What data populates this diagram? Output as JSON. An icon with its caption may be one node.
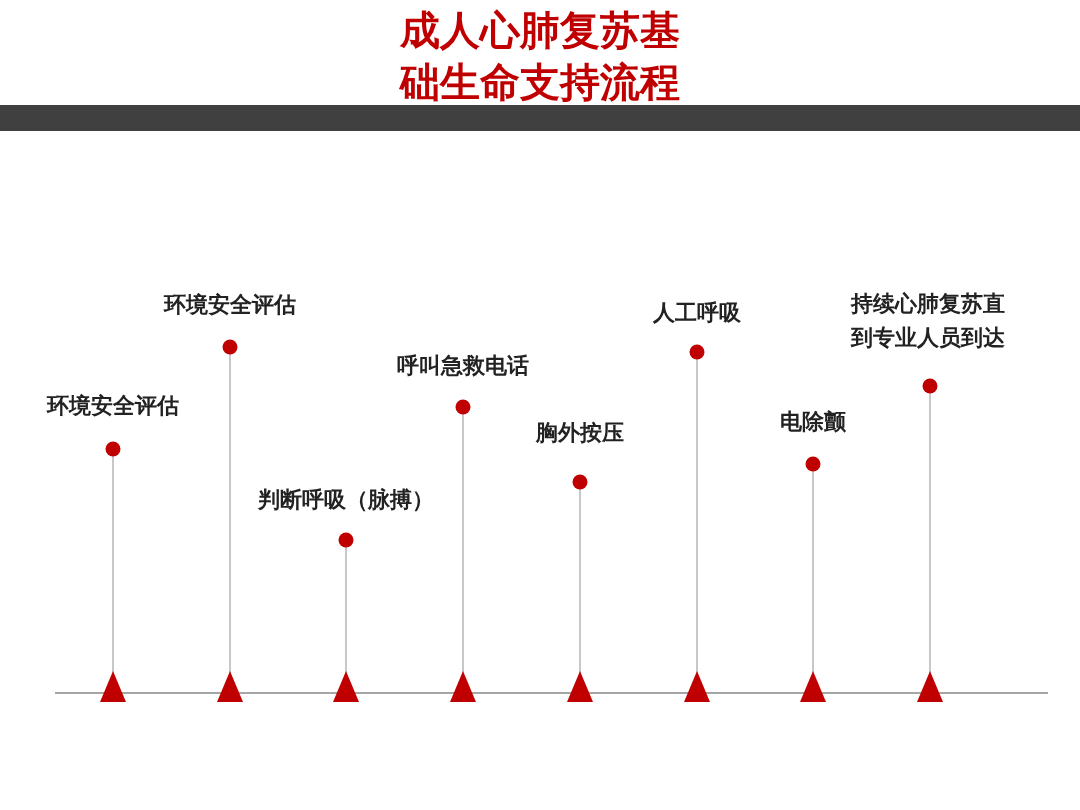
{
  "diagram": {
    "title": "成人心肺复苏基础生命支持流程",
    "nodes": [
      {
        "text": [
          "环境安全评估"
        ]
      },
      {
        "text": [
          "环境安全评估"
        ]
      },
      {
        "text": [
          "判断呼吸（脉搏）"
        ]
      },
      {
        "text": [
          "呼叫急救电话"
        ]
      },
      {
        "text": [
          "胸外按压"
        ]
      },
      {
        "text": [
          "人工呼吸"
        ]
      },
      {
        "text": [
          "电除颤"
        ]
      },
      {
        "text": [
          "持续心肺复苏直到专业人员到达"
        ]
      }
    ],
    "edges": []
  }
}
